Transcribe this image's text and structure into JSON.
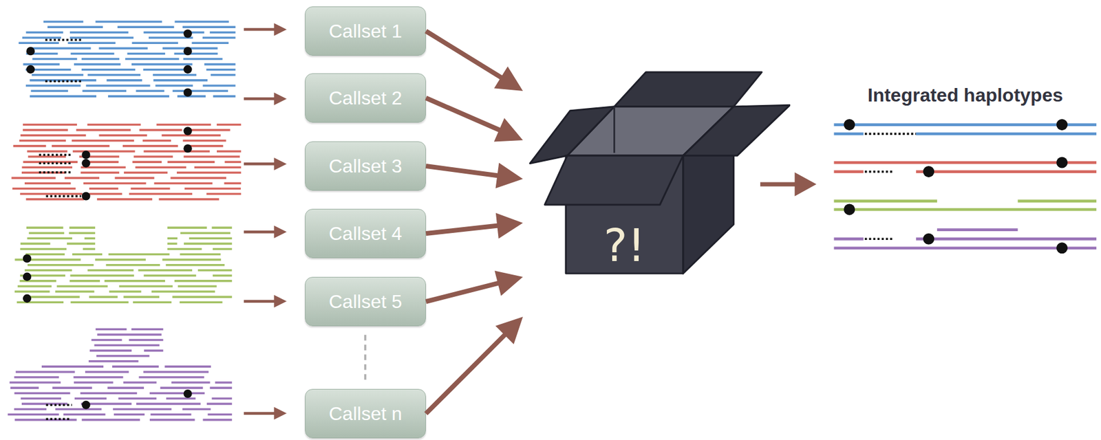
{
  "diagram": {
    "nodes": [
      {
        "text": [
          "Callset 1"
        ]
      },
      {
        "text": [
          "Callset 2"
        ]
      },
      {
        "text": [
          "Callset 3"
        ]
      },
      {
        "text": [
          "Callset 4"
        ]
      },
      {
        "text": [
          "Callset 5"
        ]
      },
      {
        "text": [
          "Callset n"
        ]
      },
      {
        "text": [
          "?!"
        ]
      }
    ],
    "edges": [
      {
        "from": 0,
        "to": 6,
        "arrow": "to"
      },
      {
        "from": 1,
        "to": 6,
        "arrow": "to"
      },
      {
        "from": 2,
        "to": 6,
        "arrow": "to"
      },
      {
        "from": 3,
        "to": 6,
        "arrow": "to"
      },
      {
        "from": 4,
        "to": 6,
        "arrow": "to"
      },
      {
        "from": 5,
        "to": 6,
        "arrow": "to"
      }
    ],
    "labels": [
      "Integrated haplotypes"
    ]
  }
}
